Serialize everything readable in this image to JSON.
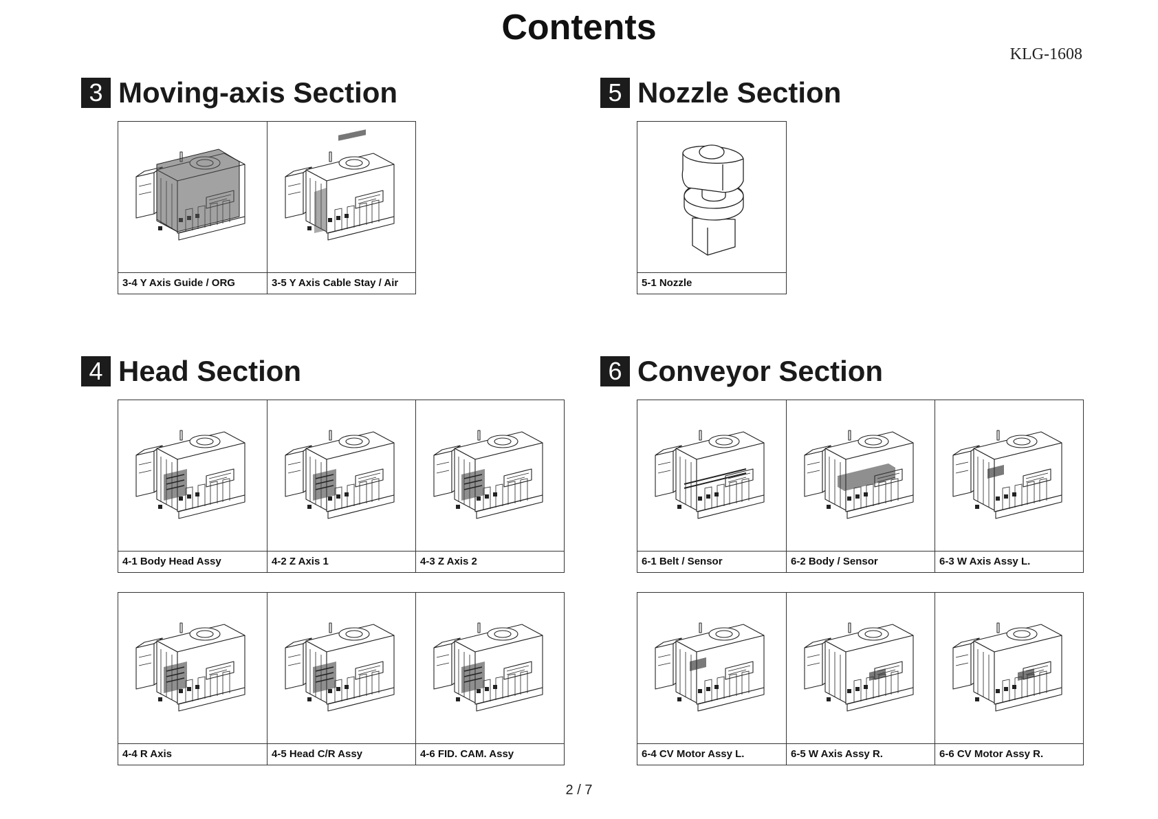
{
  "page_title": "Contents",
  "doc_code": "KLG-1608",
  "page_number": "2 / 7",
  "sections": [
    {
      "number": "3",
      "title": "Moving-axis Section",
      "rows": [
        [
          {
            "caption": "3-4 Y Axis Guide / ORG",
            "icon": "machine-illustration",
            "highlight": "y-axis-guide"
          },
          {
            "caption": "3-5 Y Axis Cable Stay / Air",
            "icon": "machine-illustration",
            "highlight": "y-axis-cable"
          }
        ]
      ]
    },
    {
      "number": "5",
      "title": "Nozzle Section",
      "rows": [
        [
          {
            "caption": "5-1 Nozzle",
            "icon": "nozzle-illustration",
            "highlight": "none"
          }
        ]
      ]
    },
    {
      "number": "4",
      "title": "Head Section",
      "rows": [
        [
          {
            "caption": "4-1 Body Head Assy",
            "icon": "machine-illustration",
            "highlight": "head"
          },
          {
            "caption": "4-2 Z Axis 1",
            "icon": "machine-illustration",
            "highlight": "head"
          },
          {
            "caption": "4-3 Z Axis 2",
            "icon": "machine-illustration",
            "highlight": "head"
          }
        ],
        [
          {
            "caption": "4-4 R Axis",
            "icon": "machine-illustration",
            "highlight": "head"
          },
          {
            "caption": "4-5 Head C/R Assy",
            "icon": "machine-illustration",
            "highlight": "head"
          },
          {
            "caption": "4-6 FID. CAM. Assy",
            "icon": "machine-illustration",
            "highlight": "head"
          }
        ]
      ]
    },
    {
      "number": "6",
      "title": "Conveyor Section",
      "rows": [
        [
          {
            "caption": "6-1 Belt / Sensor",
            "icon": "machine-illustration",
            "highlight": "conveyor-belt"
          },
          {
            "caption": "6-2 Body / Sensor",
            "icon": "machine-illustration",
            "highlight": "conveyor-body"
          },
          {
            "caption": "6-3 W Axis Assy L.",
            "icon": "machine-illustration",
            "highlight": "conveyor-left"
          }
        ],
        [
          {
            "caption": "6-4 CV Motor Assy L.",
            "icon": "machine-illustration",
            "highlight": "conveyor-left"
          },
          {
            "caption": "6-5 W Axis Assy R.",
            "icon": "machine-illustration",
            "highlight": "conveyor-right"
          },
          {
            "caption": "6-6 CV Motor Assy R.",
            "icon": "machine-illustration",
            "highlight": "conveyor-right"
          }
        ]
      ]
    }
  ]
}
